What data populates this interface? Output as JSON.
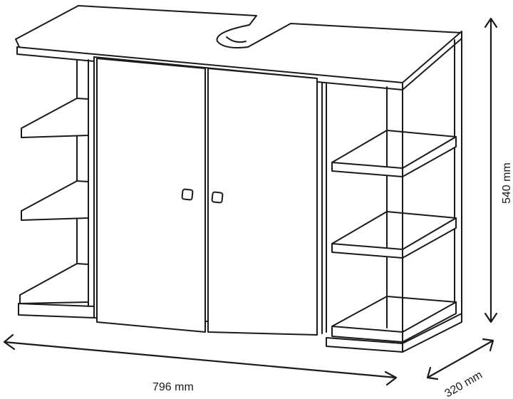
{
  "dimensions": {
    "width": "796 mm",
    "depth": "320 mm",
    "height": "540 mm"
  }
}
